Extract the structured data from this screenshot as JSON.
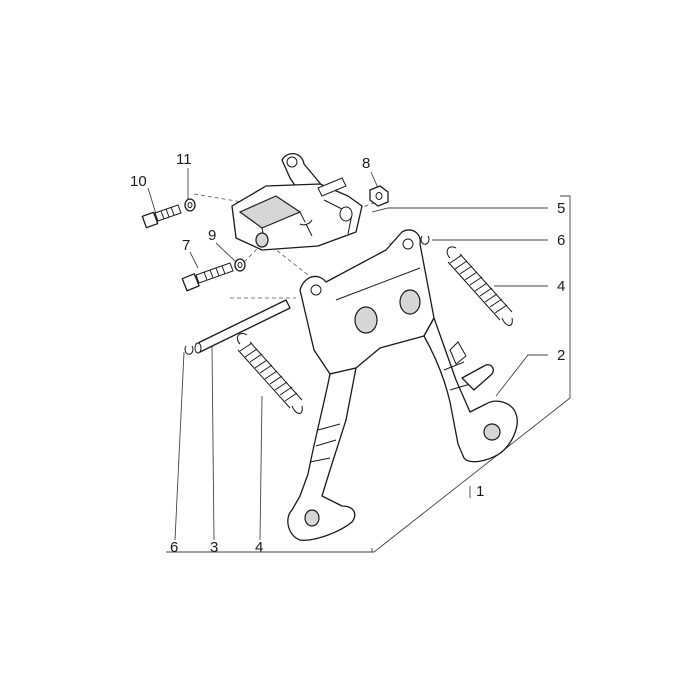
{
  "callouts": {
    "c1": "1",
    "c2": "2",
    "c3": "3",
    "c4a": "4",
    "c4b": "4",
    "c5": "5",
    "c6a": "6",
    "c6b": "6",
    "c7": "7",
    "c8": "8",
    "c9": "9",
    "c10": "10",
    "c11": "11"
  }
}
